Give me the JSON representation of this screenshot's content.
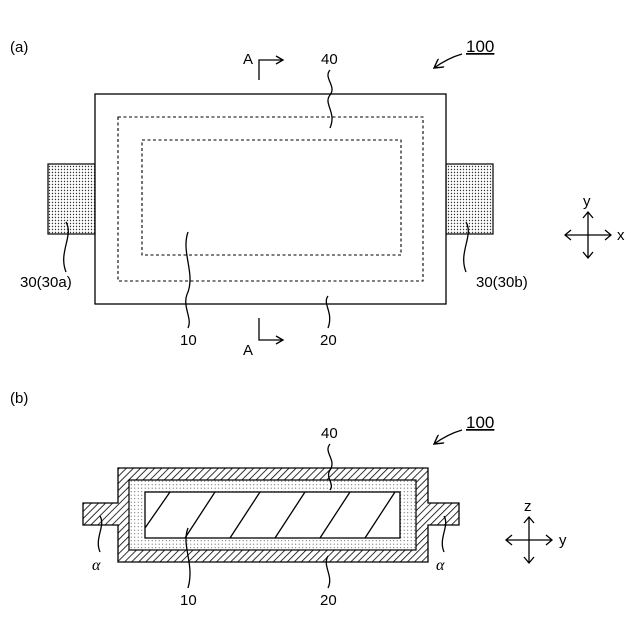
{
  "panel_a": {
    "caption": "(a)",
    "ref_number": "100",
    "section_marker_top": "A",
    "section_marker_bottom": "A",
    "label_outer": "40",
    "label_electrode": "10",
    "label_case": "20",
    "label_tab_left": "30(30a)",
    "label_tab_right": "30(30b)",
    "axis_y": "y",
    "axis_x": "x"
  },
  "panel_b": {
    "caption": "(b)",
    "ref_number": "100",
    "label_outer": "40",
    "label_electrode": "10",
    "label_case": "20",
    "label_alpha_left": "α",
    "label_alpha_right": "α",
    "axis_z": "z",
    "axis_y": "y"
  }
}
